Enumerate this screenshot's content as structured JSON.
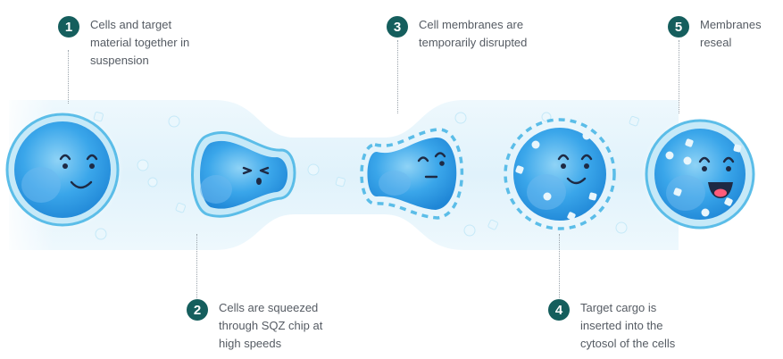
{
  "colors": {
    "badge": "#155e5d",
    "text": "#555b63",
    "tube_fill": "#e2f3fb",
    "cell_outer": "#c6e9f8",
    "cell_ring": "#5bbde8",
    "cell_core": "#2f9ce6",
    "cell_highlight": "#8fd3f6",
    "cargo": "#e9f6fc"
  },
  "steps": [
    {
      "number": "1",
      "text": "Cells and target\nmaterial together in\nsuspension"
    },
    {
      "number": "2",
      "text": "Cells are squeezed\nthrough SQZ chip at\nhigh speeds"
    },
    {
      "number": "3",
      "text": "Cell membranes are\ntemporarily disrupted"
    },
    {
      "number": "4",
      "text": "Target cargo is\ninserted into the\ncytosol of the cells"
    },
    {
      "number": "5",
      "text": "Membranes\nreseal"
    }
  ]
}
